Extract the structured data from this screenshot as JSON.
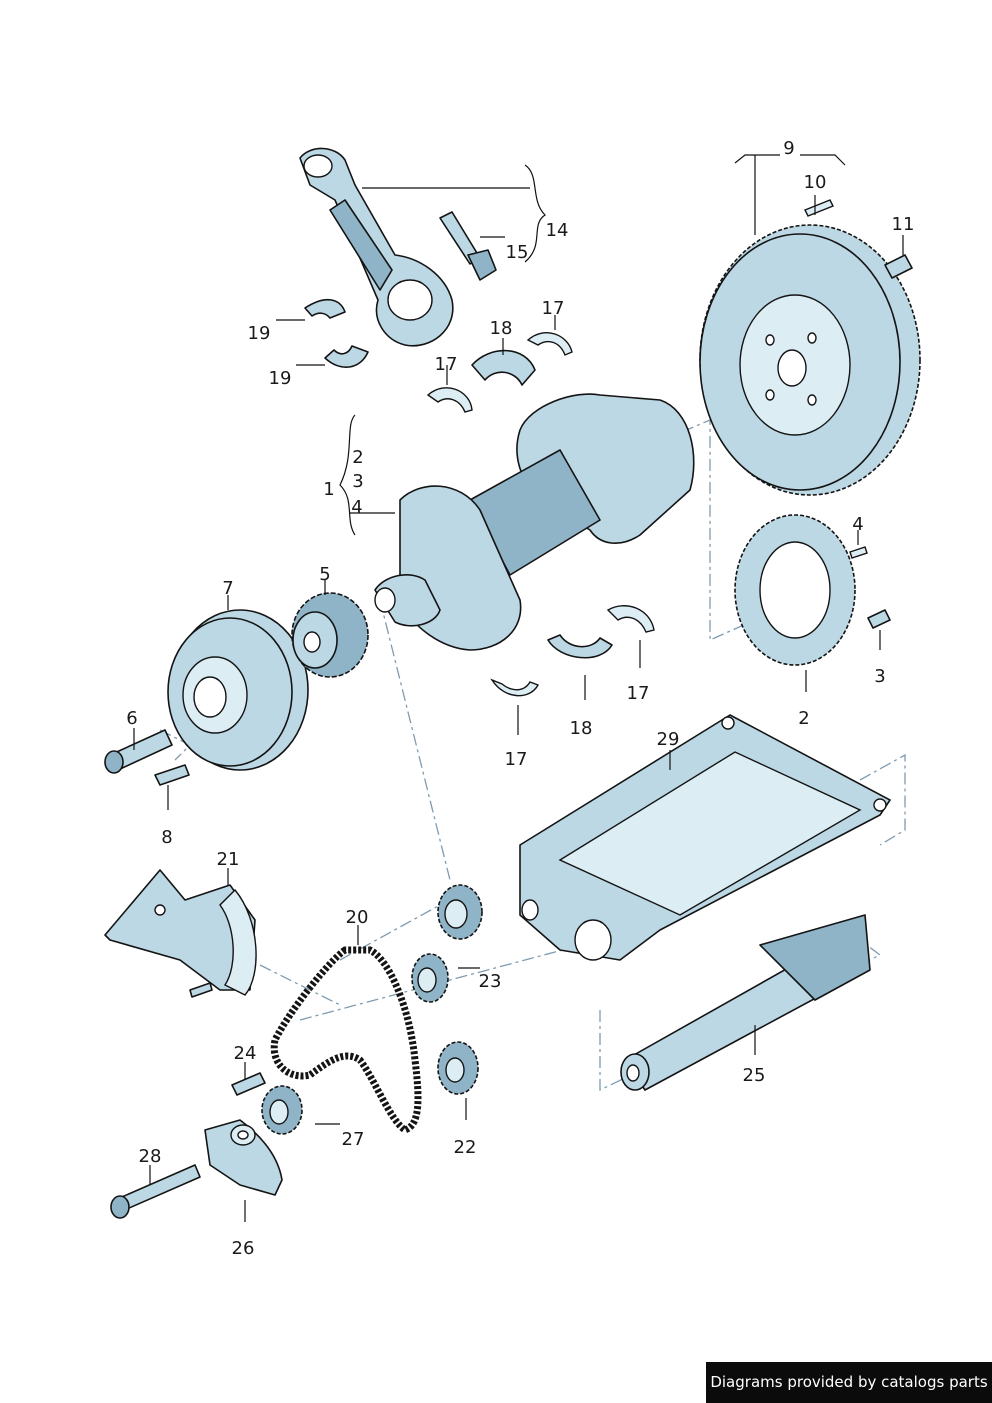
{
  "callouts": [
    "9",
    "10",
    "11",
    "14",
    "15",
    "19",
    "19",
    "18",
    "17",
    "17",
    "2",
    "3",
    "4",
    "1",
    "7",
    "5",
    "4",
    "3",
    "2",
    "17",
    "18",
    "17",
    "6",
    "8",
    "29",
    "21",
    "20",
    "23",
    "24",
    "27",
    "22",
    "28",
    "26",
    "25"
  ],
  "footer": {
    "text": "Diagrams provided by catalogs parts"
  },
  "colors": {
    "part_fill": "#bcd8e4",
    "outline": "#141414",
    "leader_dash": "#7f9cb0",
    "footer_bg": "#0b0b0b"
  }
}
